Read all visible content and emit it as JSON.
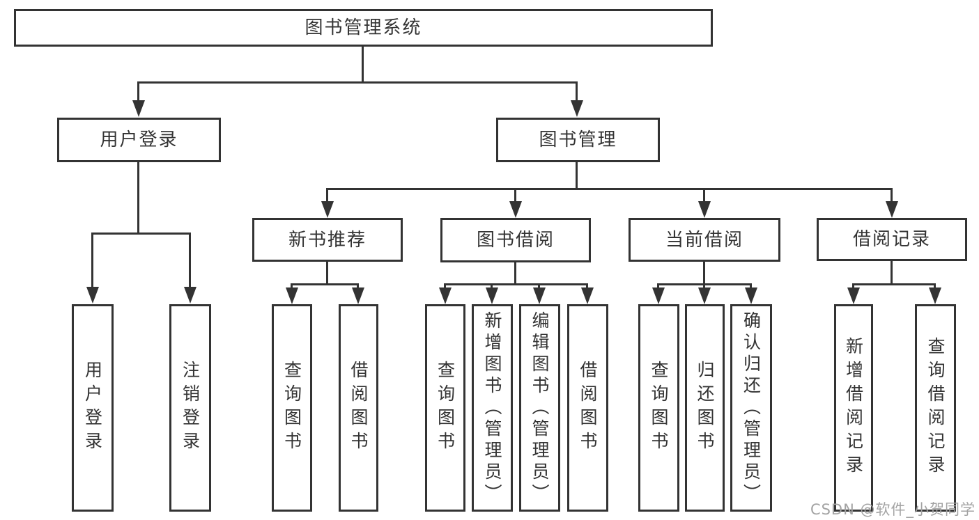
{
  "colors": {
    "line": "#333333",
    "background": "#ffffff",
    "watermark": "#a3a3a3"
  },
  "watermark": "CSDN @软件_小贺同学",
  "root": {
    "label": "图书管理系统",
    "children": [
      {
        "label": "用户登录",
        "children": [
          {
            "label": "用户登录"
          },
          {
            "label": "注销登录"
          }
        ]
      },
      {
        "label": "图书管理",
        "children": [
          {
            "label": "新书推荐",
            "children": [
              {
                "label": "查询图书"
              },
              {
                "label": "借阅图书"
              }
            ]
          },
          {
            "label": "图书借阅",
            "children": [
              {
                "label": "查询图书"
              },
              {
                "label": "新增图书（管理员）"
              },
              {
                "label": "编辑图书（管理员）"
              },
              {
                "label": "借阅图书"
              }
            ]
          },
          {
            "label": "当前借阅",
            "children": [
              {
                "label": "查询图书"
              },
              {
                "label": "归还图书"
              },
              {
                "label": "确认归还（管理员）"
              }
            ]
          },
          {
            "label": "借阅记录",
            "children": [
              {
                "label": "新增借阅记录"
              },
              {
                "label": "查询借阅记录"
              }
            ]
          }
        ]
      }
    ]
  }
}
